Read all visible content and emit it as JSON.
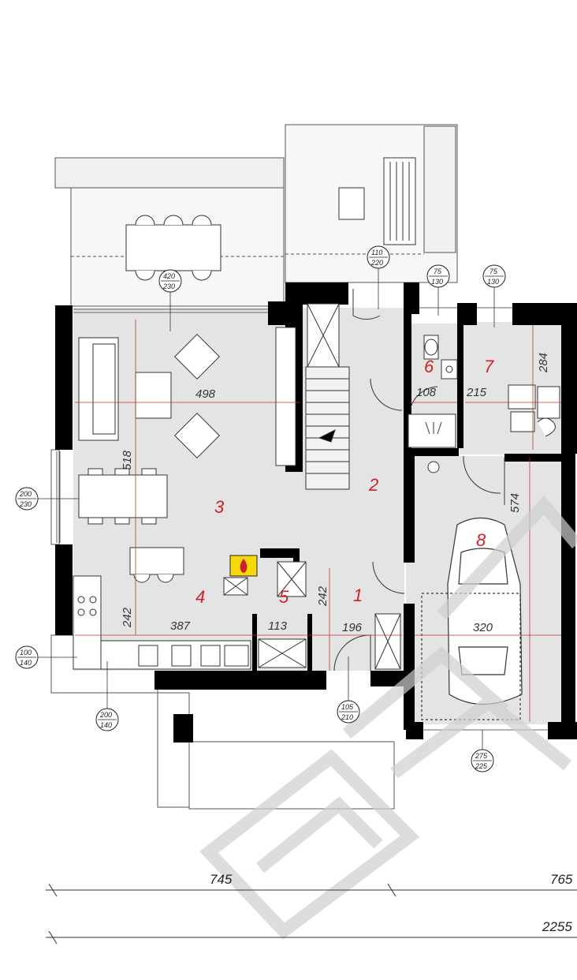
{
  "rooms": [
    {
      "id": "1",
      "label": "1"
    },
    {
      "id": "2",
      "label": "2"
    },
    {
      "id": "3",
      "label": "3"
    },
    {
      "id": "4",
      "label": "4"
    },
    {
      "id": "5",
      "label": "5"
    },
    {
      "id": "6",
      "label": "6"
    },
    {
      "id": "7",
      "label": "7"
    },
    {
      "id": "8",
      "label": "8"
    }
  ],
  "dimensions": {
    "living_width": "498",
    "living_height": "518",
    "kitchen_height": "242",
    "kitchen_width": "387",
    "pantry_width": "113",
    "pantry_height": "242",
    "hall_width": "196",
    "bath_width": "108",
    "utility_width": "215",
    "utility_height": "284",
    "garage_height": "574",
    "garage_width": "320"
  },
  "windows": {
    "terrace_door": {
      "top": "420",
      "bottom": "230"
    },
    "top_window": {
      "top": "110",
      "bottom": "220"
    },
    "bath_window": {
      "top": "75",
      "bottom": "130"
    },
    "utility_window": {
      "top": "75",
      "bottom": "130"
    },
    "west_window": {
      "top": "200",
      "bottom": "230"
    },
    "kitchen_window": {
      "top": "100",
      "bottom": "140"
    },
    "south_window": {
      "top": "200",
      "bottom": "140"
    },
    "entry_door": {
      "top": "105",
      "bottom": "210"
    },
    "garage_door": {
      "top": "275",
      "bottom": "225"
    }
  },
  "totals": {
    "left_segment": "745",
    "right_segment": "765",
    "overall": "2255"
  },
  "colors": {
    "wall": "#000000",
    "floor": "#e3e3e3",
    "room_number": "#d0202a",
    "dimension_line": "#c0392b",
    "fireplace": "#f5d90a"
  }
}
